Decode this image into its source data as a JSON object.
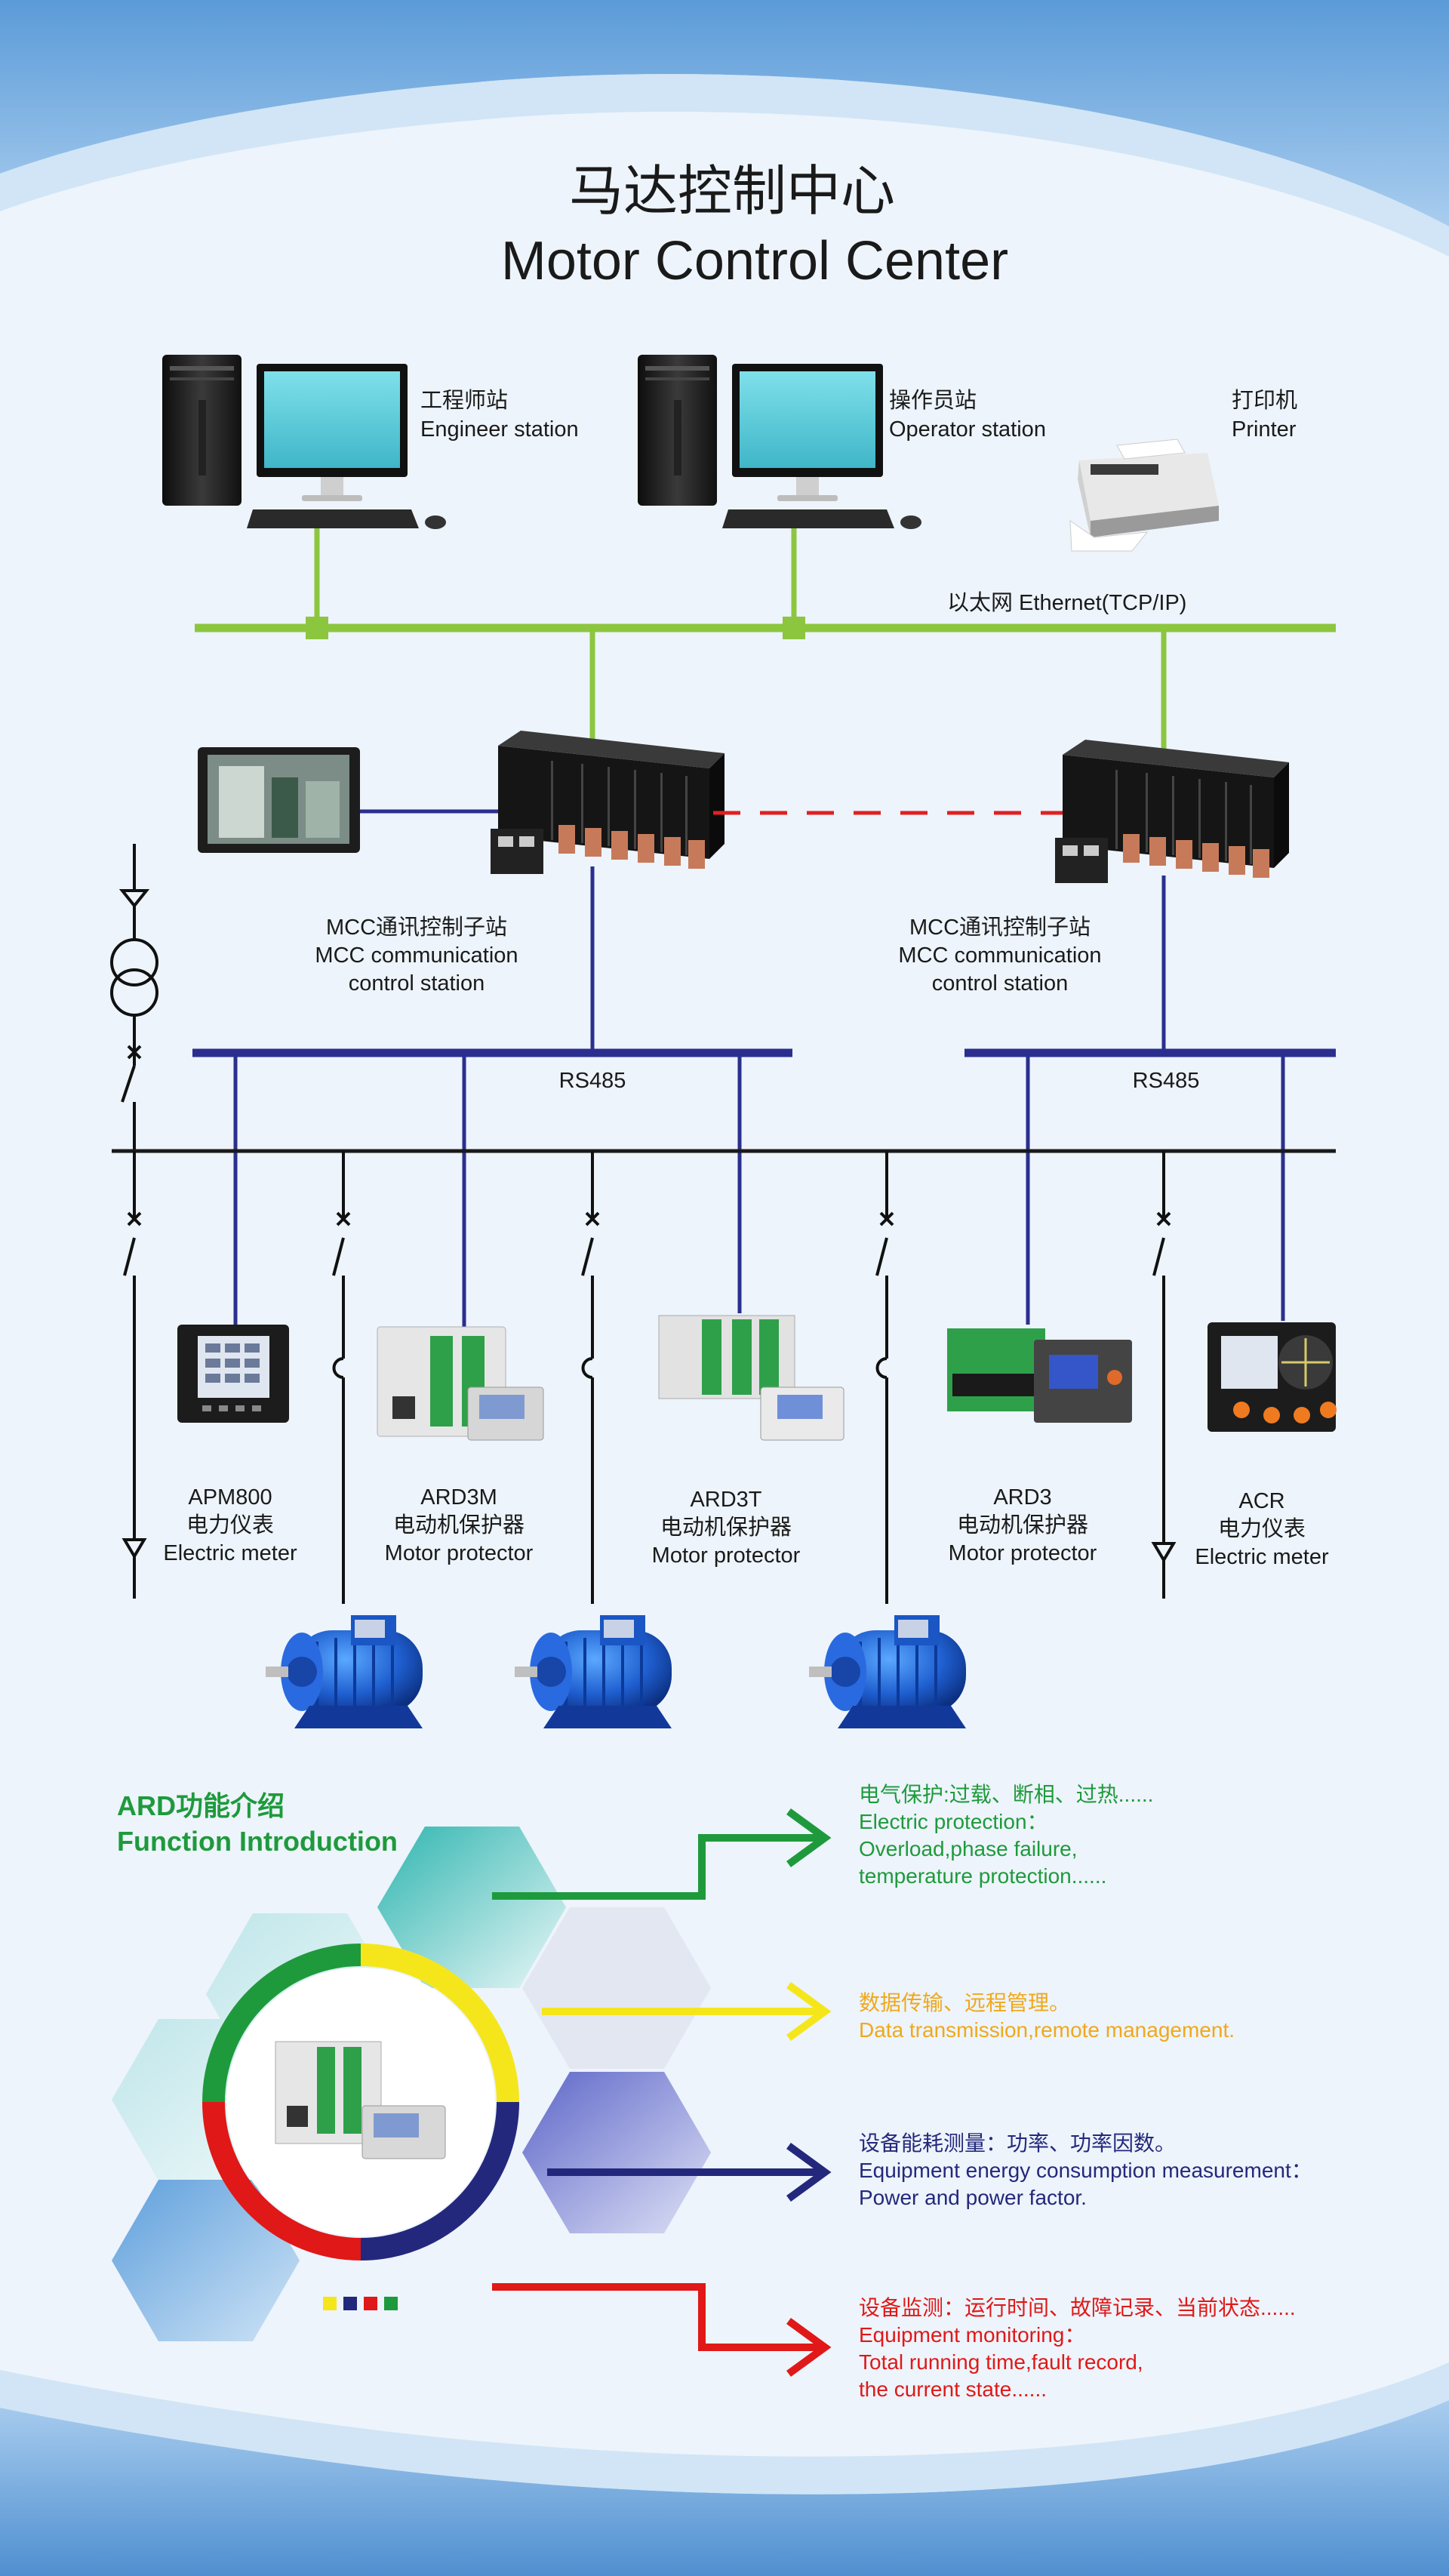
{
  "title": {
    "cn": "马达控制中心",
    "en": "Motor Control Center"
  },
  "stations": {
    "engineer": {
      "cn": "工程师站",
      "en": "Engineer station"
    },
    "operator": {
      "cn": "操作员站",
      "en": "Operator station"
    },
    "printer": {
      "cn": "打印机",
      "en": "Printer"
    }
  },
  "network": {
    "ethernet": "以太网 Ethernet(TCP/IP)",
    "rs485_left": "RS485",
    "rs485_right": "RS485"
  },
  "substations": {
    "left": {
      "cn": "MCC通讯控制子站",
      "en1": "MCC communication",
      "en2": "control station"
    },
    "right": {
      "cn": "MCC通讯控制子站",
      "en1": "MCC communication",
      "en2": "control station"
    }
  },
  "devices": [
    {
      "model": "APM800",
      "cn": "电力仪表",
      "en": "Electric meter"
    },
    {
      "model": "ARD3M",
      "cn": "电动机保护器",
      "en": "Motor protector"
    },
    {
      "model": "ARD3T",
      "cn": "电动机保护器",
      "en": "Motor protector"
    },
    {
      "model": "ARD3",
      "cn": "电动机保护器",
      "en": "Motor protector"
    },
    {
      "model": "ACR",
      "cn": "电力仪表",
      "en": "Electric meter"
    }
  ],
  "function_intro": {
    "title_cn": "ARD功能介绍",
    "title_en": "Function Introduction",
    "items": [
      {
        "color": "#1e9a3c",
        "lines": [
          "电气保护:过载、断相、过热......",
          "Electric protection：",
          "Overload,phase failure,",
          "temperature protection......"
        ]
      },
      {
        "color": "#f0a81c",
        "lines": [
          "数据传输、远程管理。",
          "Data transmission,remote management."
        ]
      },
      {
        "color": "#24287c",
        "lines": [
          "设备能耗测量：功率、功率因数。",
          "Equipment energy consumption measurement：",
          "Power and power factor."
        ]
      },
      {
        "color": "#e01818",
        "lines": [
          "设备监测：运行时间、故障记录、当前状态......",
          "Equipment monitoring：",
          "Total running time,fault record,",
          "the current state......"
        ]
      }
    ]
  },
  "colors": {
    "ethernet": "#8cc63f",
    "rs485": "#2a2f8f",
    "redundancy": "#e02020",
    "busbar": "#1a1a1a",
    "green": "#1e9a3c",
    "yellow": "#f5e61c",
    "navy": "#24287c",
    "red": "#e01818"
  }
}
